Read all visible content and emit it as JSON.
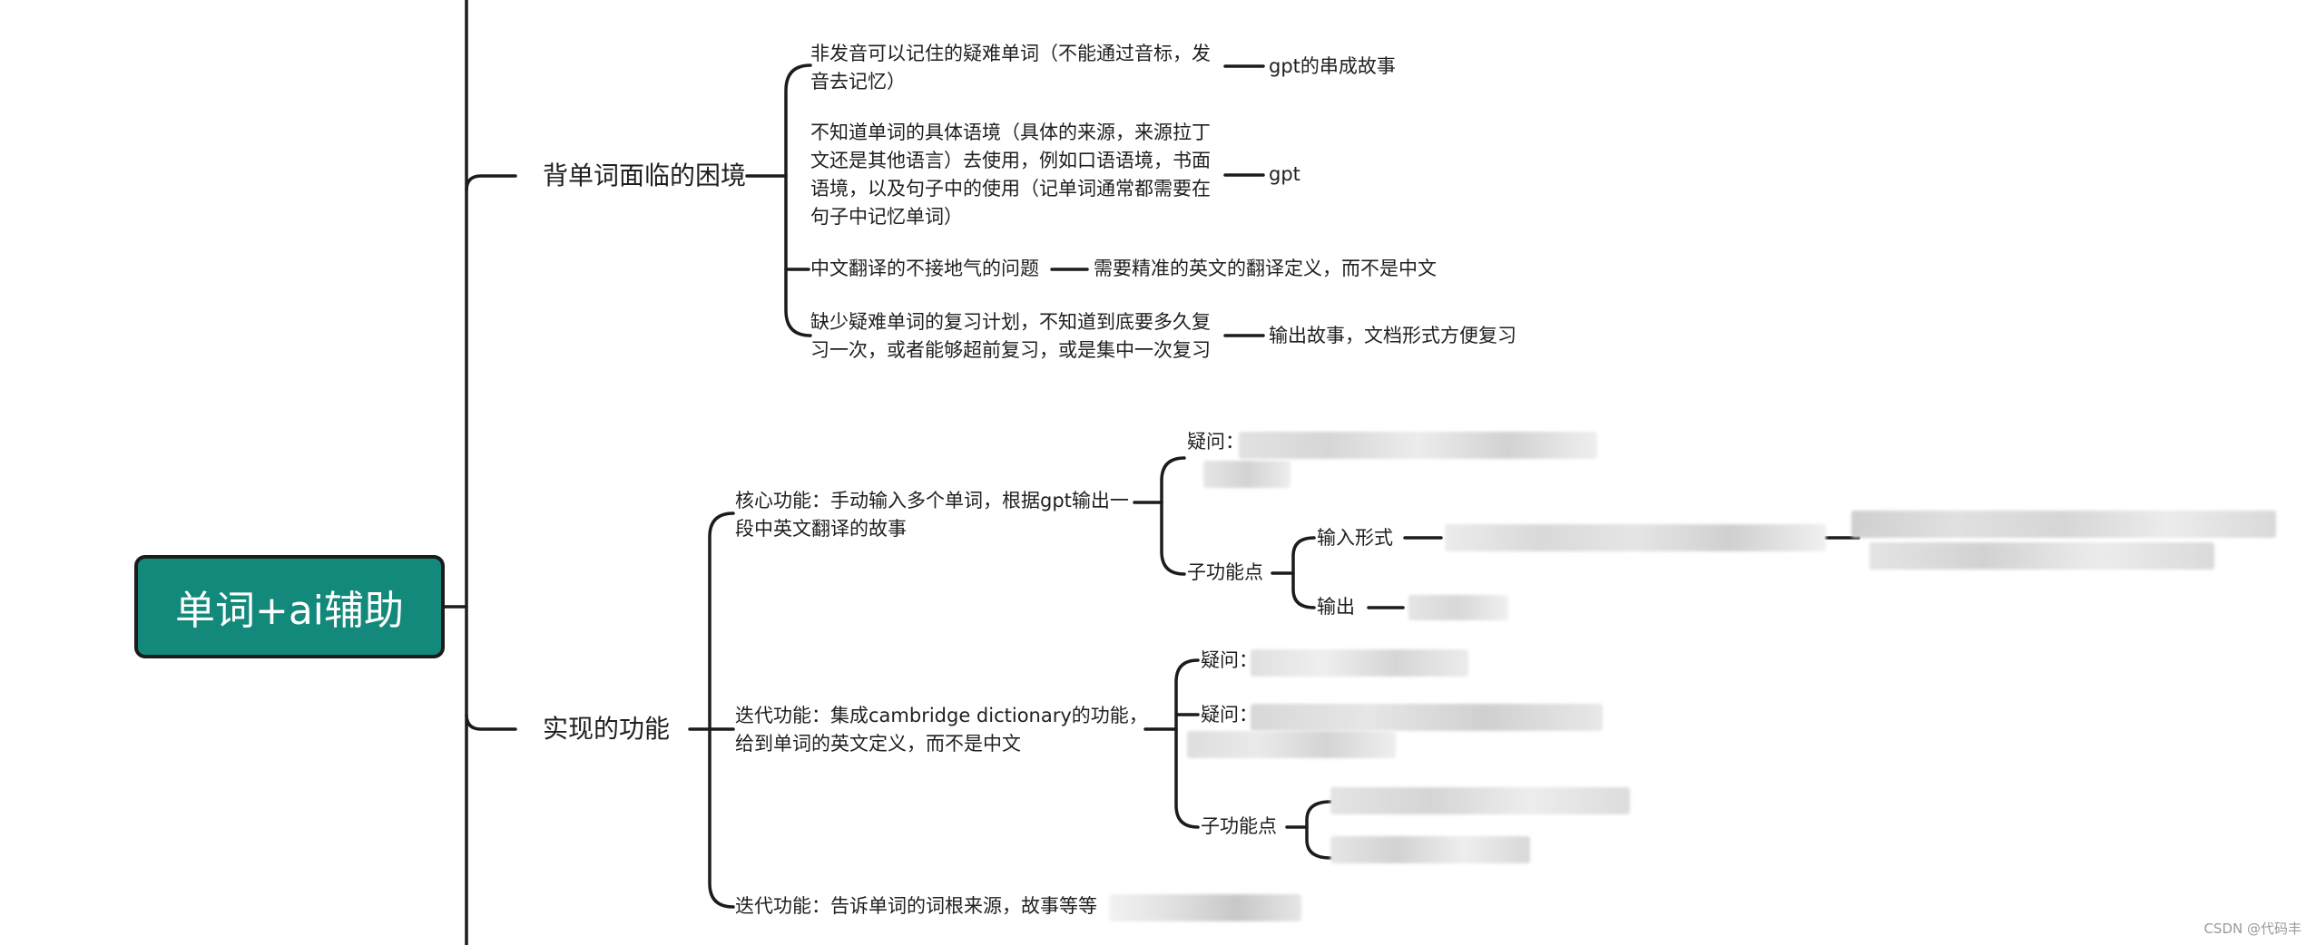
{
  "root": "单词+ai辅助",
  "branches": {
    "difficulty": {
      "label": "背单词面临的困境",
      "items": [
        {
          "text": "非发音可以记住的疑难单词（不能通过音标，发音去记忆）",
          "answer": "gpt的串成故事"
        },
        {
          "text": "不知道单词的具体语境（具体的来源，来源拉丁文还是其他语言）去使用，例如口语语境，书面语境，以及句子中的使用（记单词通常都需要在句子中记忆单词）",
          "answer": "gpt"
        },
        {
          "text": "中文翻译的不接地气的问题",
          "answer": "需要精准的英文的翻译定义，而不是中文"
        },
        {
          "text": "缺少疑难单词的复习计划，不知道到底要多久复习一次，或者能够超前复习，或是集中一次复习",
          "answer": "输出故事，文档形式方便复习"
        }
      ]
    },
    "features": {
      "label": "实现的功能",
      "core": {
        "text": "核心功能：手动输入多个单词，根据gpt输出一段中英文翻译的故事",
        "question": "疑问：",
        "sub_label": "子功能点",
        "input_label": "输入形式",
        "output_label": "输出"
      },
      "iter1": {
        "text": "迭代功能：集成cambridge dictionary的功能，给到单词的英文定义，而不是中文",
        "question1": "疑问：",
        "question2": "疑问：",
        "sub_label": "子功能点"
      },
      "iter2": {
        "text": "迭代功能：告诉单词的词根来源，故事等等"
      }
    }
  },
  "watermark": "CSDN @代码丰"
}
